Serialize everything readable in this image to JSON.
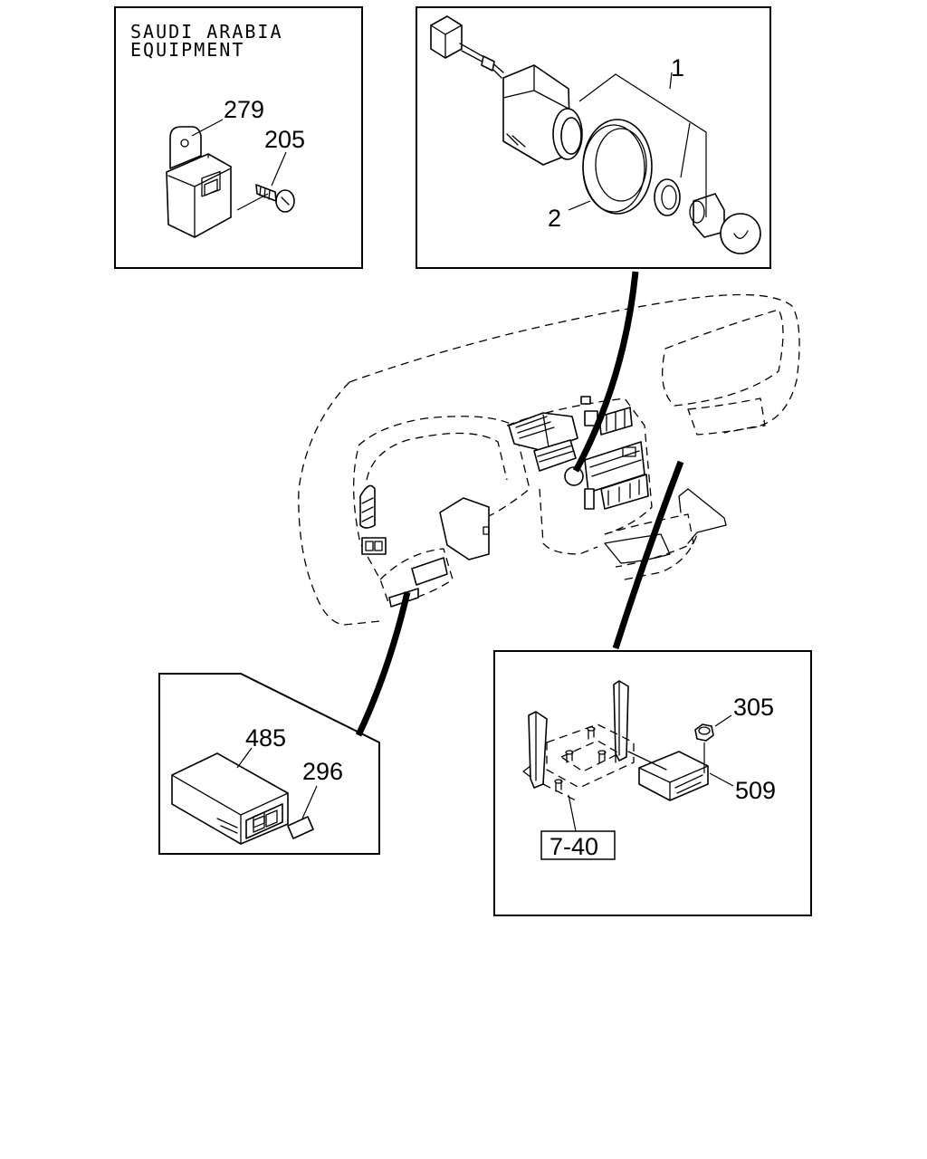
{
  "notes": {
    "saudi_line1": "SAUDI ARABIA",
    "saudi_line2": "EQUIPMENT"
  },
  "callouts": {
    "p279": "279",
    "p205": "205",
    "p1": "1",
    "p2": "2",
    "p485": "485",
    "p296": "296",
    "p305": "305",
    "p509": "509",
    "ref_740": "7-40"
  }
}
